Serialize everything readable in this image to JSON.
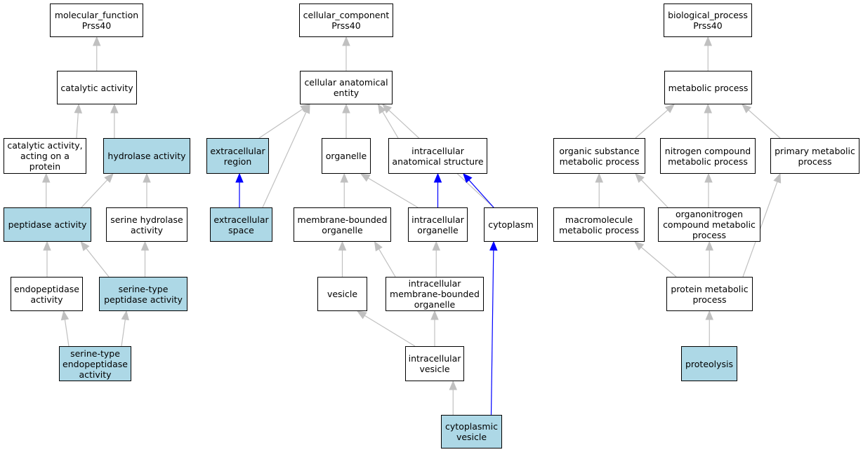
{
  "colors": {
    "highlight_fill": "#add8e6",
    "node_fill": "#ffffff",
    "node_border": "#000000",
    "edge_default": "#c0c0c0",
    "edge_highlight": "#0000ff"
  },
  "nodes": {
    "mf_root": {
      "label": "molecular_function\nPrss40",
      "highlighted": false
    },
    "catalytic_activity": {
      "label": "catalytic activity",
      "highlighted": false
    },
    "catalytic_activity_protein": {
      "label": "catalytic activity,\nacting on a\nprotein",
      "highlighted": false
    },
    "hydrolase_activity": {
      "label": "hydrolase activity",
      "highlighted": true
    },
    "peptidase_activity": {
      "label": "peptidase activity",
      "highlighted": true
    },
    "serine_hydrolase_activity": {
      "label": "serine hydrolase\nactivity",
      "highlighted": false
    },
    "endopeptidase_activity": {
      "label": "endopeptidase\nactivity",
      "highlighted": false
    },
    "serine_type_peptidase_activity": {
      "label": "serine-type\npeptidase activity",
      "highlighted": true
    },
    "serine_type_endopeptidase_activity": {
      "label": "serine-type\nendopeptidase\nactivity",
      "highlighted": true
    },
    "cc_root": {
      "label": "cellular_component\nPrss40",
      "highlighted": false
    },
    "cellular_anatomical_entity": {
      "label": "cellular anatomical\nentity",
      "highlighted": false
    },
    "extracellular_region": {
      "label": "extracellular\nregion",
      "highlighted": true
    },
    "organelle": {
      "label": "organelle",
      "highlighted": false
    },
    "intracellular_anatomical_structure": {
      "label": "intracellular\nanatomical structure",
      "highlighted": false
    },
    "extracellular_space": {
      "label": "extracellular\nspace",
      "highlighted": true
    },
    "membrane_bounded_organelle": {
      "label": "membrane-bounded\norganelle",
      "highlighted": false
    },
    "intracellular_organelle": {
      "label": "intracellular\norganelle",
      "highlighted": false
    },
    "cytoplasm": {
      "label": "cytoplasm",
      "highlighted": false
    },
    "vesicle": {
      "label": "vesicle",
      "highlighted": false
    },
    "intracellular_mb_organelle": {
      "label": "intracellular\nmembrane-bounded\norganelle",
      "highlighted": false
    },
    "intracellular_vesicle": {
      "label": "intracellular\nvesicle",
      "highlighted": false
    },
    "cytoplasmic_vesicle": {
      "label": "cytoplasmic\nvesicle",
      "highlighted": true
    },
    "bp_root": {
      "label": "biological_process\nPrss40",
      "highlighted": false
    },
    "metabolic_process": {
      "label": "metabolic process",
      "highlighted": false
    },
    "organic_substance_metabolic_process": {
      "label": "organic substance\nmetabolic process",
      "highlighted": false
    },
    "nitrogen_compound_metabolic_process": {
      "label": "nitrogen compound\nmetabolic process",
      "highlighted": false
    },
    "primary_metabolic_process": {
      "label": "primary metabolic\nprocess",
      "highlighted": false
    },
    "macromolecule_metabolic_process": {
      "label": "macromolecule\nmetabolic process",
      "highlighted": false
    },
    "organonitrogen_compound_metabolic_process": {
      "label": "organonitrogen\ncompound metabolic\nprocess",
      "highlighted": false
    },
    "protein_metabolic_process": {
      "label": "protein metabolic\nprocess",
      "highlighted": false
    },
    "proteolysis": {
      "label": "proteolysis",
      "highlighted": true
    }
  },
  "edges": [
    {
      "from": "catalytic_activity",
      "to": "mf_root",
      "highlighted": false
    },
    {
      "from": "catalytic_activity_protein",
      "to": "catalytic_activity",
      "highlighted": false
    },
    {
      "from": "hydrolase_activity",
      "to": "catalytic_activity",
      "highlighted": false
    },
    {
      "from": "peptidase_activity",
      "to": "catalytic_activity_protein",
      "highlighted": false
    },
    {
      "from": "peptidase_activity",
      "to": "hydrolase_activity",
      "highlighted": false
    },
    {
      "from": "serine_hydrolase_activity",
      "to": "hydrolase_activity",
      "highlighted": false
    },
    {
      "from": "endopeptidase_activity",
      "to": "peptidase_activity",
      "highlighted": false
    },
    {
      "from": "serine_type_peptidase_activity",
      "to": "peptidase_activity",
      "highlighted": false
    },
    {
      "from": "serine_type_peptidase_activity",
      "to": "serine_hydrolase_activity",
      "highlighted": false
    },
    {
      "from": "serine_type_endopeptidase_activity",
      "to": "endopeptidase_activity",
      "highlighted": false
    },
    {
      "from": "serine_type_endopeptidase_activity",
      "to": "serine_type_peptidase_activity",
      "highlighted": false
    },
    {
      "from": "cellular_anatomical_entity",
      "to": "cc_root",
      "highlighted": false
    },
    {
      "from": "extracellular_region",
      "to": "cellular_anatomical_entity",
      "highlighted": false
    },
    {
      "from": "organelle",
      "to": "cellular_anatomical_entity",
      "highlighted": false
    },
    {
      "from": "intracellular_anatomical_structure",
      "to": "cellular_anatomical_entity",
      "highlighted": false
    },
    {
      "from": "extracellular_space",
      "to": "cellular_anatomical_entity",
      "highlighted": false
    },
    {
      "from": "cytoplasm",
      "to": "cellular_anatomical_entity",
      "highlighted": false
    },
    {
      "from": "extracellular_space",
      "to": "extracellular_region",
      "highlighted": true
    },
    {
      "from": "membrane_bounded_organelle",
      "to": "organelle",
      "highlighted": false
    },
    {
      "from": "intracellular_organelle",
      "to": "organelle",
      "highlighted": false
    },
    {
      "from": "intracellular_organelle",
      "to": "intracellular_anatomical_structure",
      "highlighted": true
    },
    {
      "from": "cytoplasm",
      "to": "intracellular_anatomical_structure",
      "highlighted": true
    },
    {
      "from": "vesicle",
      "to": "membrane_bounded_organelle",
      "highlighted": false
    },
    {
      "from": "intracellular_mb_organelle",
      "to": "membrane_bounded_organelle",
      "highlighted": false
    },
    {
      "from": "intracellular_mb_organelle",
      "to": "intracellular_organelle",
      "highlighted": false
    },
    {
      "from": "intracellular_vesicle",
      "to": "vesicle",
      "highlighted": false
    },
    {
      "from": "intracellular_vesicle",
      "to": "intracellular_mb_organelle",
      "highlighted": false
    },
    {
      "from": "cytoplasmic_vesicle",
      "to": "intracellular_vesicle",
      "highlighted": false
    },
    {
      "from": "cytoplasmic_vesicle",
      "to": "cytoplasm",
      "highlighted": true
    },
    {
      "from": "metabolic_process",
      "to": "bp_root",
      "highlighted": false
    },
    {
      "from": "organic_substance_metabolic_process",
      "to": "metabolic_process",
      "highlighted": false
    },
    {
      "from": "nitrogen_compound_metabolic_process",
      "to": "metabolic_process",
      "highlighted": false
    },
    {
      "from": "primary_metabolic_process",
      "to": "metabolic_process",
      "highlighted": false
    },
    {
      "from": "macromolecule_metabolic_process",
      "to": "organic_substance_metabolic_process",
      "highlighted": false
    },
    {
      "from": "organonitrogen_compound_metabolic_process",
      "to": "organic_substance_metabolic_process",
      "highlighted": false
    },
    {
      "from": "organonitrogen_compound_metabolic_process",
      "to": "nitrogen_compound_metabolic_process",
      "highlighted": false
    },
    {
      "from": "protein_metabolic_process",
      "to": "macromolecule_metabolic_process",
      "highlighted": false
    },
    {
      "from": "protein_metabolic_process",
      "to": "organonitrogen_compound_metabolic_process",
      "highlighted": false
    },
    {
      "from": "protein_metabolic_process",
      "to": "primary_metabolic_process",
      "highlighted": false
    },
    {
      "from": "proteolysis",
      "to": "protein_metabolic_process",
      "highlighted": false
    }
  ]
}
